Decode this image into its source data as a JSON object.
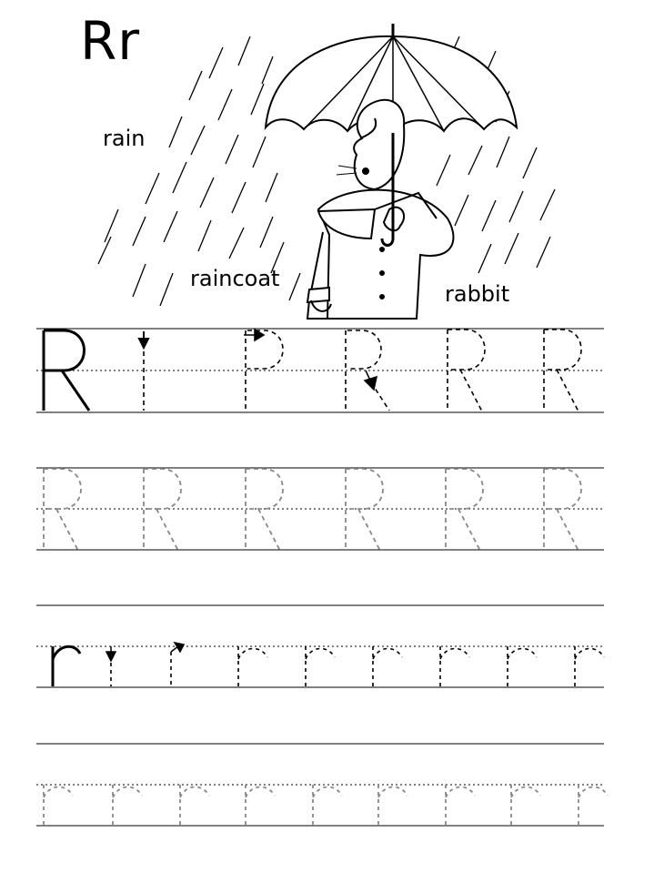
{
  "heading": {
    "letters": "Rr"
  },
  "words": {
    "rain": "rain",
    "raincoat": "raincoat",
    "rabbit": "rabbit"
  },
  "illustration": {
    "subject": "rabbit-in-raincoat-with-umbrella"
  },
  "practice_rows": [
    {
      "kind": "uppercase-model-and-stroke-guide",
      "letter": "R"
    },
    {
      "kind": "uppercase-trace",
      "letter": "R",
      "count": 6
    },
    {
      "kind": "lowercase-model-and-stroke-guide",
      "letter": "r"
    },
    {
      "kind": "lowercase-trace",
      "letter": "r",
      "count": 9
    }
  ]
}
